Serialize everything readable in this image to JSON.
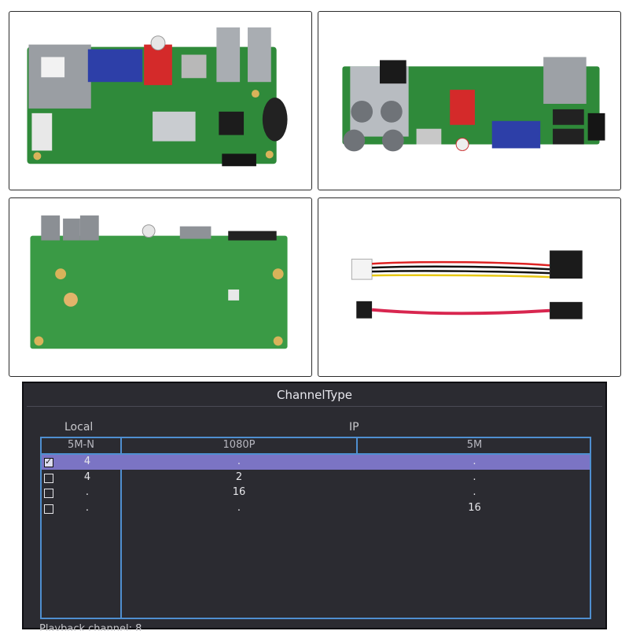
{
  "panel": {
    "title": "ChannelType",
    "section_local": "Local",
    "section_ip": "IP",
    "columns": [
      "5M-N",
      "1080P",
      "5M"
    ],
    "rows": [
      {
        "checked": true,
        "selected": true,
        "local": "4",
        "ip_1080p": ".",
        "ip_5m": "."
      },
      {
        "checked": false,
        "selected": false,
        "local": "4",
        "ip_1080p": "2",
        "ip_5m": "."
      },
      {
        "checked": false,
        "selected": false,
        "local": ".",
        "ip_1080p": "16",
        "ip_5m": "."
      },
      {
        "checked": false,
        "selected": false,
        "local": ".",
        "ip_1080p": ".",
        "ip_5m": "16"
      }
    ],
    "footer_text": "Playback channel: 8"
  },
  "colors": {
    "panel_bg": "#2b2b31",
    "grid_line": "#4f8fd0",
    "selected_row": "#7b74c4",
    "pcb_green": "#2f8a3a"
  }
}
